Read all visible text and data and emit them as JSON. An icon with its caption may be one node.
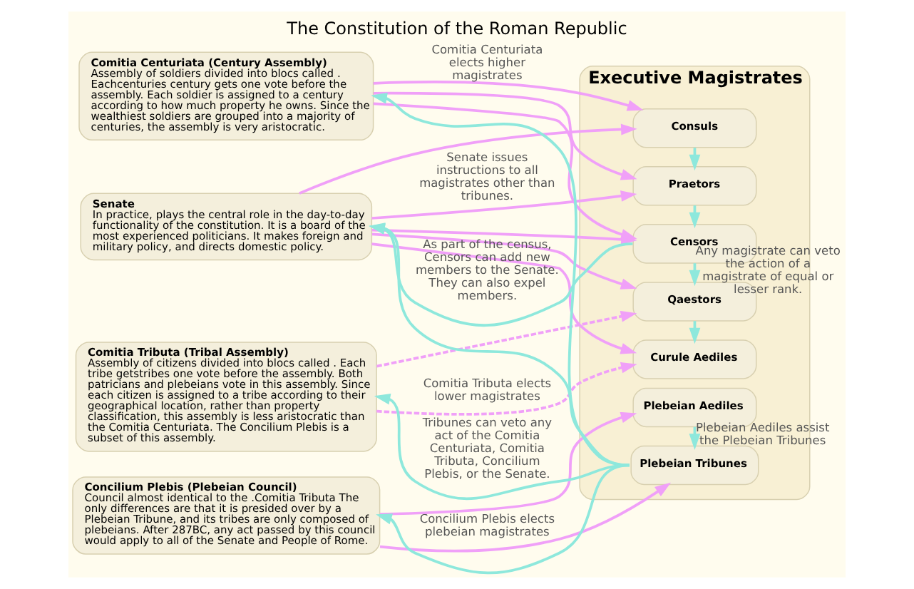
{
  "diagram": {
    "title": "The Constitution of the Roman Republic",
    "nodes": [
      {
        "text": [
          "Comitia Centuriata (Century Assembly)",
          "Assembly of soldiers divided into blocs called . Eachcenturies century gets one vote before the assembly. Each soldier is assigned to a century according to how much property he owns. Since the wealthiest soldiers are grouped into a majority of centuries, the assembly is very aristocratic."
        ]
      },
      {
        "text": [
          "Senate",
          "In practice, plays the central role in the day-to-day functionality of the constitution. It is a board of the most experienced politicians. It makes foreign and military policy, and directs domestic policy."
        ]
      },
      {
        "text": [
          "Comitia Tributa (Tribal Assembly)",
          "Assembly of citizens divided into blocs called . Each tribe getstribes one vote before the assembly. Both patricians and plebeians vote in this assembly. Since each citizen is assigned to a tribe according to their geographical location, rather than property classification, this assembly is less aristocratic than the Comitia Centuriata. The Concilium Plebis is a subset of this assembly."
        ]
      },
      {
        "text": [
          "Concilium Plebis (Plebeian Council)",
          "Council almost identical to the .Comitia Tributa The only differences are that it is presided over by a Plebeian Tribune, and its tribes are only composed of plebeians. After 287BC, any act passed by this council would apply to all of the Senate and People of Rome."
        ]
      },
      {
        "text": [
          "Executive Magistrates"
        ]
      },
      {
        "text": [
          "Consuls"
        ],
        "in": 4
      },
      {
        "text": [
          "Praetors"
        ],
        "in": 4
      },
      {
        "text": [
          "Censors"
        ],
        "in": 4
      },
      {
        "text": [
          "Qaestors"
        ],
        "in": 4
      },
      {
        "text": [
          "Curule Aediles"
        ],
        "in": 4
      },
      {
        "text": [
          "Plebeian Tribunes"
        ],
        "in": 4
      },
      {
        "text": [
          "Plebeian Aediles"
        ],
        "in": 4
      }
    ],
    "edges": [
      {
        "from": 0,
        "to": 5,
        "arrow": "to",
        "label": "Comitia Centuriata elects higher magistrates"
      },
      {
        "from": 0,
        "to": 6,
        "arrow": "to"
      },
      {
        "from": 0,
        "to": 7,
        "arrow": "to"
      },
      {
        "from": 1,
        "to": 5,
        "arrow": "to"
      },
      {
        "from": 1,
        "to": 6,
        "arrow": "to",
        "label": "Senate issues instructions to all magistrates other than tribunes."
      },
      {
        "from": 1,
        "to": 7,
        "arrow": "to"
      },
      {
        "from": 1,
        "to": 8,
        "arrow": "to"
      },
      {
        "from": 1,
        "to": 9,
        "arrow": "to"
      },
      {
        "from": 2,
        "to": 8,
        "arrow": "to",
        "style": "dashed"
      },
      {
        "from": 2,
        "to": 9,
        "arrow": "to",
        "style": "dashed",
        "label": "Comitia Tributa elects lower magistrates"
      },
      {
        "from": 3,
        "to": 10,
        "arrow": "to",
        "label": "Concilium Plebis elects plebeian magistrates"
      },
      {
        "from": 3,
        "to": 11,
        "arrow": "to"
      },
      {
        "from": 7,
        "to": 1,
        "arrow": "to",
        "color": "#8ee8dc",
        "label": "As part of the census, Censors can add new members to the Senate. They can also expel members."
      },
      {
        "from": 5,
        "to": 6,
        "arrow": "to",
        "color": "#8ee8dc"
      },
      {
        "from": 6,
        "to": 7,
        "arrow": "to",
        "color": "#8ee8dc"
      },
      {
        "from": 7,
        "to": 8,
        "arrow": "to",
        "color": "#8ee8dc",
        "label": "Any magistrate can veto the action of a magistrate of equal or lesser rank."
      },
      {
        "from": 8,
        "to": 9,
        "arrow": "to",
        "color": "#8ee8dc"
      },
      {
        "from": 10,
        "to": 2,
        "arrow": "to",
        "color": "#8ee8dc",
        "label": "Tribunes can veto any act of the Comitia Centuriata, Comitia Tributa, Concilium Plebis, or the Senate."
      },
      {
        "from": 10,
        "to": 0,
        "arrow": "to",
        "color": "#8ee8dc"
      },
      {
        "from": 10,
        "to": 1,
        "arrow": "to",
        "color": "#8ee8dc"
      },
      {
        "from": 10,
        "to": 3,
        "arrow": "to",
        "color": "#8ee8dc"
      },
      {
        "from": 11,
        "to": 10,
        "arrow": "to",
        "color": "#8ee8dc",
        "label": "Plebeian Aediles assist the Plebeian Tribunes"
      }
    ]
  }
}
